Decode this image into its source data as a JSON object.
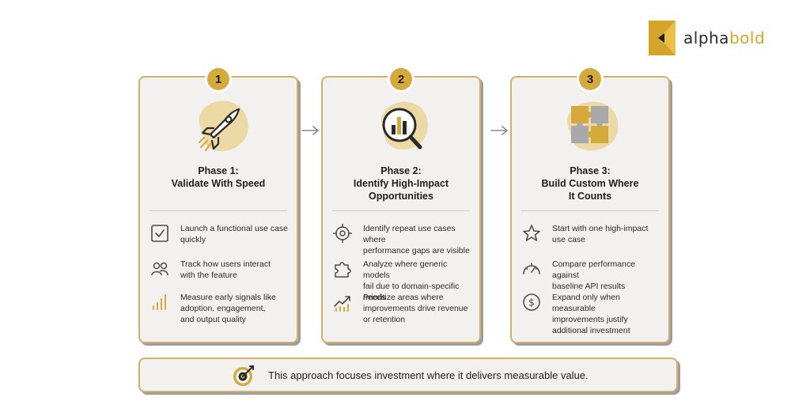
{
  "brand": {
    "alpha": "alpha",
    "bold": "bold",
    "accent": "#d4a52a"
  },
  "phases": [
    {
      "number": "1",
      "title_lines": [
        "Phase 1:",
        "Validate With Speed"
      ],
      "hero_icon": "rocket-icon",
      "items": [
        {
          "icon": "checkbox-icon",
          "lines": [
            "Launch a functional use case",
            "quickly"
          ]
        },
        {
          "icon": "users-icon",
          "lines": [
            "Track how users interact",
            "with the feature"
          ]
        },
        {
          "icon": "signal-bars-icon",
          "lines": [
            "Measure early signals like",
            "adoption, engagement,",
            "and output quality"
          ]
        }
      ]
    },
    {
      "number": "2",
      "title_lines": [
        "Phase 2:",
        "Identify High-Impact",
        "Opportunities"
      ],
      "hero_icon": "magnifier-chart-icon",
      "items": [
        {
          "icon": "target-crosshair-icon",
          "lines": [
            "Identify repeat use cases where",
            "performance gaps are visible"
          ]
        },
        {
          "icon": "puzzle-piece-icon",
          "lines": [
            "Analyze where generic models",
            "fail due to domain-specific needs"
          ]
        },
        {
          "icon": "trend-up-icon",
          "lines": [
            "Prioritize areas where",
            "improvements drive revenue",
            "or retention"
          ]
        }
      ]
    },
    {
      "number": "3",
      "title_lines": [
        "Phase 3:",
        "Build Custom Where",
        "It Counts"
      ],
      "hero_icon": "puzzle-pieces-icon",
      "items": [
        {
          "icon": "star-icon",
          "lines": [
            "Start with one high-impact",
            "use case"
          ]
        },
        {
          "icon": "gauge-icon",
          "lines": [
            "Compare performance against",
            "baseline API results"
          ]
        },
        {
          "icon": "dollar-coin-icon",
          "lines": [
            "Expand only when measurable",
            "improvements justify",
            "additional investment"
          ]
        }
      ]
    }
  ],
  "footer": {
    "icon": "target-arrow-icon",
    "text": "This approach focuses investment where it delivers measurable value."
  },
  "colors": {
    "gold": "#d4aa3c",
    "card_border": "#d2b06a",
    "card_bg": "#f2f1ef",
    "icon_stroke": "#4a4a4a"
  }
}
